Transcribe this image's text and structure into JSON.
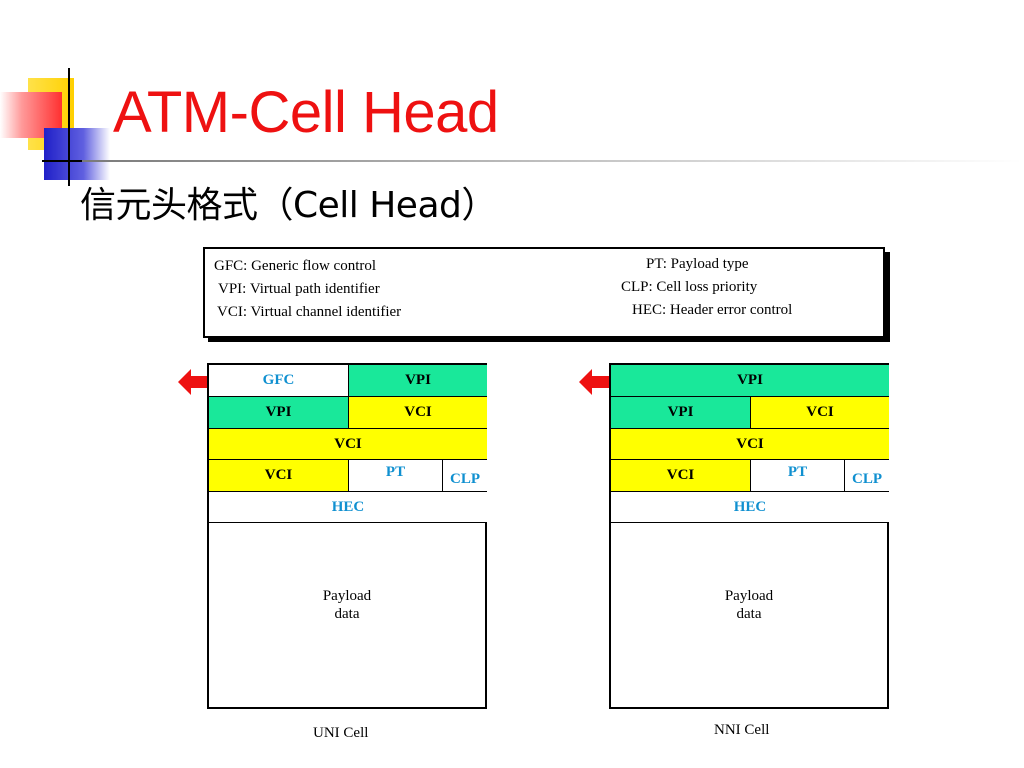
{
  "slide": {
    "title": "ATM-Cell Head",
    "subtitle": "信元头格式（Cell Head）"
  },
  "legend": {
    "gfc": "GFC: Generic flow control",
    "vpi": "VPI: Virtual path identifier",
    "vci": "VCI: Virtual channel identifier",
    "pt": "PT: Payload type",
    "clp": "CLP: Cell loss priority",
    "hec": "HEC: Header error control"
  },
  "uni": {
    "caption": "UNI  Cell",
    "fields": {
      "gfc": "GFC",
      "vpi_1": "VPI",
      "vpi_2": "VPI",
      "vci_1": "VCI",
      "vci_2": "VCI",
      "vci_3": "VCI",
      "pt": "PT",
      "clp": "CLP",
      "hec": "HEC"
    },
    "payload_line1": "Payload",
    "payload_line2": "data"
  },
  "nni": {
    "caption": "NNI  Cell",
    "fields": {
      "vpi_1": "VPI",
      "vpi_2": "VPI",
      "vci_1": "VCI",
      "vci_2": "VCI",
      "vci_3": "VCI",
      "pt": "PT",
      "clp": "CLP",
      "hec": "HEC"
    },
    "payload_line1": "Payload",
    "payload_line2": "data"
  },
  "colors": {
    "title": "#ee1111",
    "vpi_field": "#19e89a",
    "vci_field": "#ffff00",
    "blue_label": "#1090d0",
    "arrow": "#ee1111"
  }
}
